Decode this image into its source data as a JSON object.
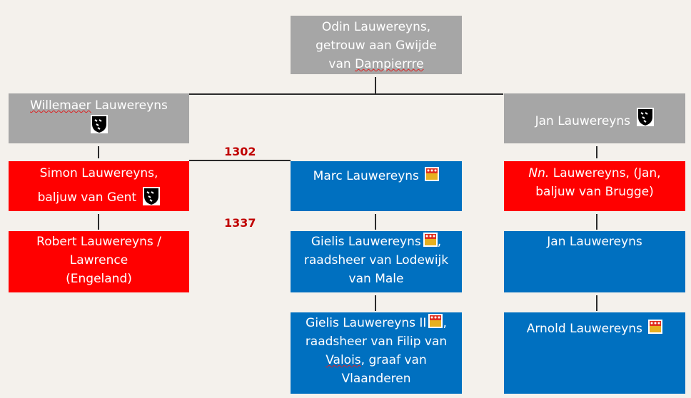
{
  "nodes": {
    "odin": {
      "line1": "Odin Lauwereyns,",
      "line2": "getrouw aan Gwijde",
      "line3_pre": "van ",
      "line3_wavy": "Dampierrre"
    },
    "willemaer": {
      "first": "Willemaer",
      "last": " Lauwereyns"
    },
    "jan_top": {
      "label": "Jan Lauwereyns"
    },
    "simon": {
      "line1": "Simon Lauwereyns,",
      "line2": "baljuw van Gent"
    },
    "marc": {
      "label": "Marc Lauwereyns"
    },
    "nn": {
      "italic": "Nn.",
      "rest": " Lauwereyns, (Jan,",
      "line2": "baljuw van Brugge)"
    },
    "robert": {
      "line1": "Robert Lauwereyns /",
      "line2": "Lawrence",
      "line3": "(Engeland)"
    },
    "gielis1": {
      "line1": "Gielis Lauwereyns",
      "line1_tail": ",",
      "line2": "raadsheer van Lodewijk",
      "line3": "van Male"
    },
    "jan_mid": {
      "label": "Jan Lauwereyns"
    },
    "gielis2": {
      "line1": "Gielis Lauwereyns II",
      "line1_tail": ",",
      "line2": "raadsheer van Filip van",
      "line3_wavy": "Valois",
      "line3_rest": ", graaf van",
      "line4": "Vlaanderen"
    },
    "arnold": {
      "label": "Arnold Lauwereyns"
    }
  },
  "years": {
    "y1302": "1302",
    "y1337": "1337"
  },
  "colors": {
    "gray": "#a6a6a6",
    "red": "#ff0000",
    "blue": "#0070c0",
    "year": "#c00000",
    "background": "#f4f1ec"
  },
  "icons": {
    "arms_black": "black-shield-icon",
    "arms_red_gold": "red-gold-arms-icon"
  }
}
